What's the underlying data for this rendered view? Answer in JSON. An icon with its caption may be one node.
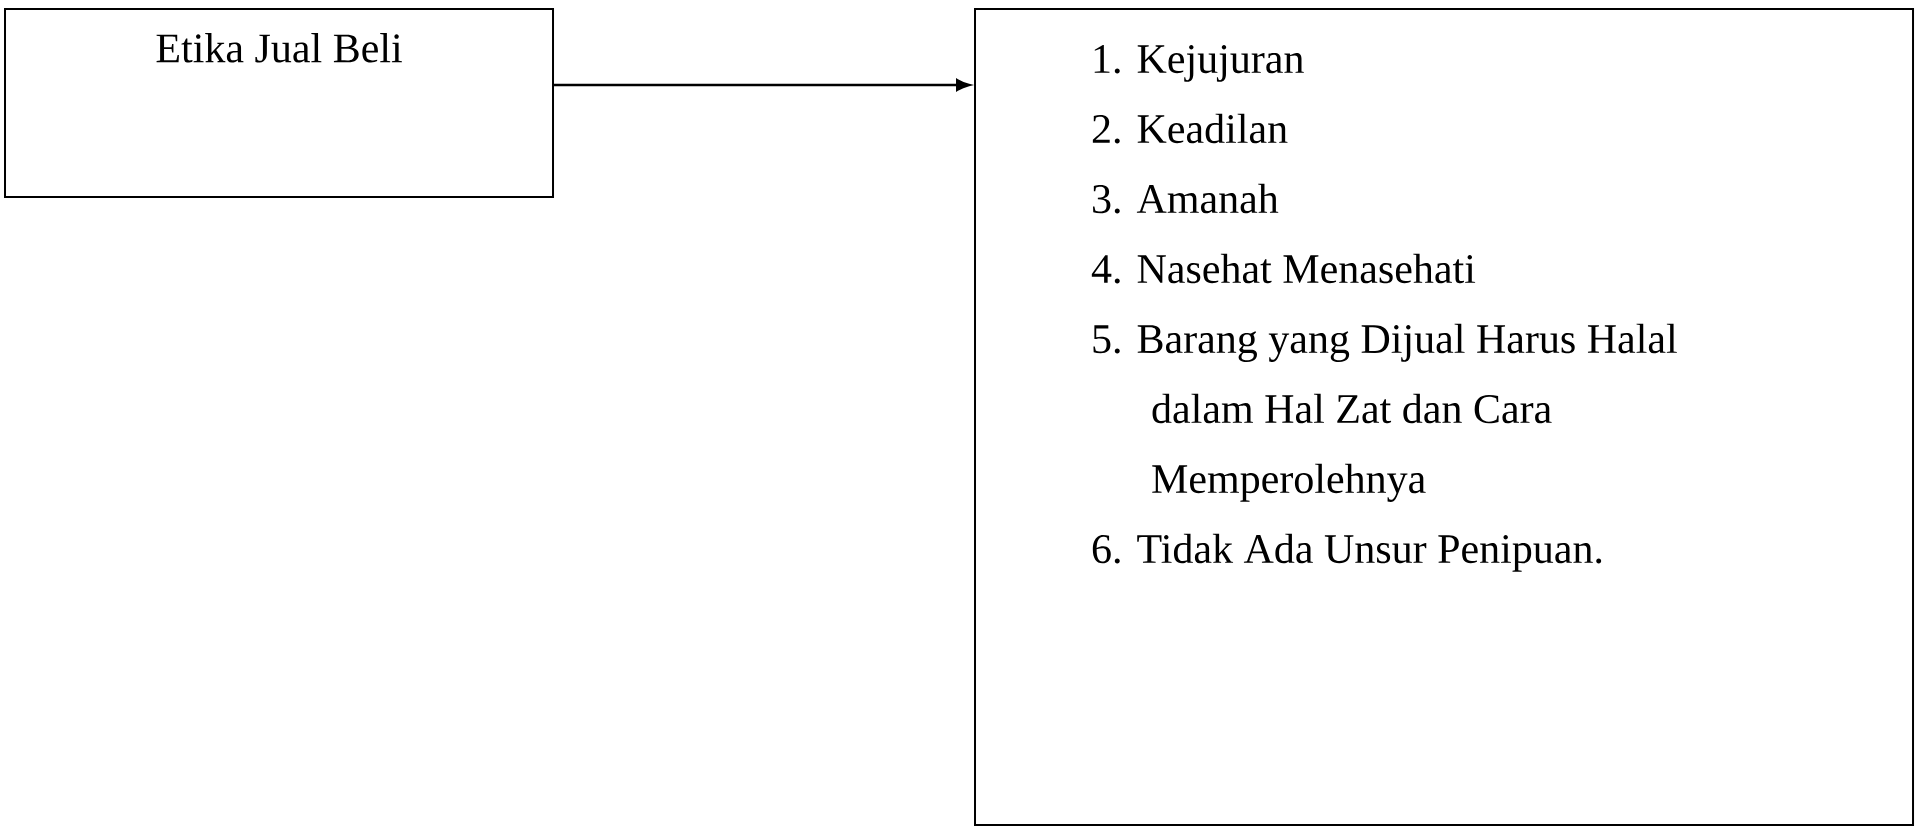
{
  "diagram": {
    "nodes": [
      {
        "text": [
          "Etika Jual Beli"
        ]
      },
      {
        "text": [
          "1. Kejujuran",
          "2. Keadilan",
          "3. Amanah",
          "4. Nasehat Menasehati",
          "5. Barang yang Dijual Harus Halal dalam Hal Zat dan Cara Memperolehnya",
          "6. Tidak Ada Unsur Penipuan."
        ]
      }
    ],
    "edges": [
      {
        "from": 0,
        "to": 1,
        "arrow": "to"
      }
    ]
  }
}
